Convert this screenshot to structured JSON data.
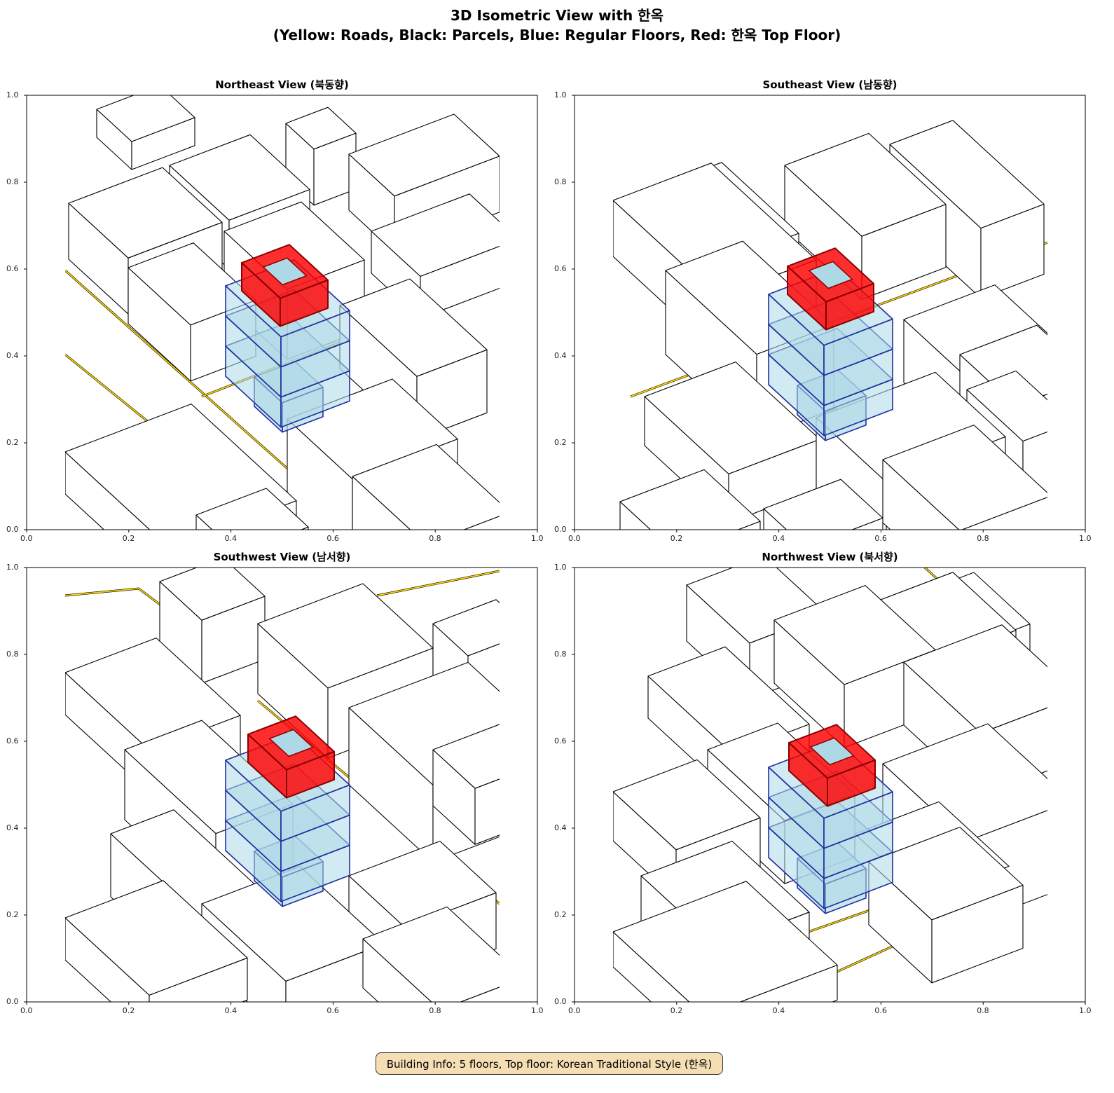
{
  "title_line1": "3D Isometric View with 한옥",
  "title_line2": "(Yellow: Roads, Black: Parcels, Blue: Regular Floors, Red: 한옥 Top Floor)",
  "chart_data": [
    {
      "type": "diagram",
      "title": "Northeast View (북동향)",
      "xlim": [
        0,
        1
      ],
      "ylim": [
        0,
        1
      ],
      "xticks": [
        "0.0",
        "0.2",
        "0.4",
        "0.6",
        "0.8",
        "1.0"
      ],
      "yticks": [
        "0.0",
        "0.2",
        "0.4",
        "0.6",
        "0.8",
        "1.0"
      ]
    },
    {
      "type": "diagram",
      "title": "Southeast View (남동향)",
      "xlim": [
        0,
        1
      ],
      "ylim": [
        0,
        1
      ],
      "xticks": [
        "0.0",
        "0.2",
        "0.4",
        "0.6",
        "0.8",
        "1.0"
      ],
      "yticks": [
        "0.0",
        "0.2",
        "0.4",
        "0.6",
        "0.8",
        "1.0"
      ]
    },
    {
      "type": "diagram",
      "title": "Southwest View (남서향)",
      "xlim": [
        0,
        1
      ],
      "ylim": [
        0,
        1
      ],
      "xticks": [
        "0.0",
        "0.2",
        "0.4",
        "0.6",
        "0.8",
        "1.0"
      ],
      "yticks": [
        "0.0",
        "0.2",
        "0.4",
        "0.6",
        "0.8",
        "1.0"
      ]
    },
    {
      "type": "diagram",
      "title": "Northwest View (북서향)",
      "xlim": [
        0,
        1
      ],
      "ylim": [
        0,
        1
      ],
      "xticks": [
        "0.0",
        "0.2",
        "0.4",
        "0.6",
        "0.8",
        "1.0"
      ],
      "yticks": [
        "0.0",
        "0.2",
        "0.4",
        "0.6",
        "0.8",
        "1.0"
      ]
    }
  ],
  "building": {
    "floors": 5
  },
  "colors": {
    "road": "#ffd700",
    "parcel": "#000000",
    "floor": "#add8e6",
    "floor_edge": "#1f2f9f",
    "hanok": "#ff0000",
    "hanok_edge": "#8b0000"
  },
  "footer": "Building Info: 5 floors, Top floor: Korean Traditional Style (한옥)"
}
